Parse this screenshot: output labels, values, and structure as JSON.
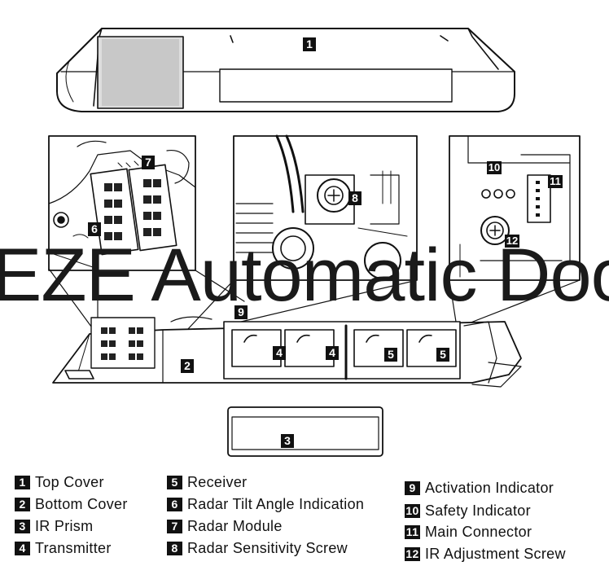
{
  "watermark": "EZE Automatic Door",
  "callouts": {
    "c1": "1",
    "c2": "2",
    "c3": "3",
    "c4a": "4",
    "c4b": "4",
    "c5a": "5",
    "c5b": "5",
    "c6": "6",
    "c7": "7",
    "c8": "8",
    "c9": "9",
    "c10": "10",
    "c11": "11",
    "c12": "12"
  },
  "legend": [
    {
      "num": "1",
      "label": "Top Cover"
    },
    {
      "num": "2",
      "label": "Bottom  Cover"
    },
    {
      "num": "3",
      "label": "IR Prism"
    },
    {
      "num": "4",
      "label": "Transmitter"
    },
    {
      "num": "5",
      "label": "Receiver"
    },
    {
      "num": "6",
      "label": "Radar Tilt Angle Indication"
    },
    {
      "num": "7",
      "label": "Radar  Module"
    },
    {
      "num": "8",
      "label": "Radar  Sensitivity  Screw"
    },
    {
      "num": "9",
      "label": "Activation Indicator"
    },
    {
      "num": "10",
      "label": "Safety Indicator"
    },
    {
      "num": "11",
      "label": "Main Connector"
    },
    {
      "num": "12",
      "label": "IR Adjustment Screw"
    }
  ]
}
